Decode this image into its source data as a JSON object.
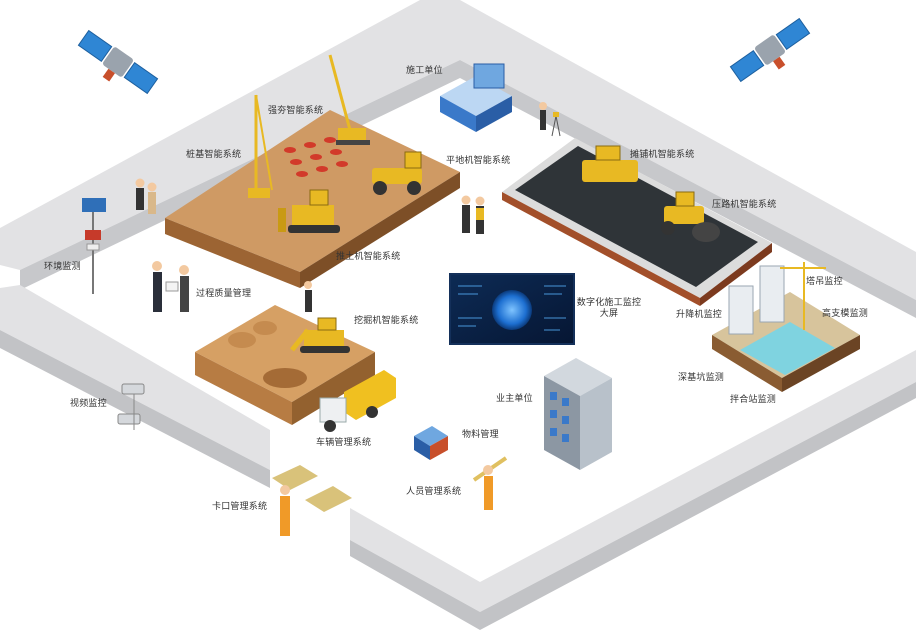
{
  "labels": {
    "construction_unit": "施工单位",
    "tower_crane_ai": "强夯智能系统",
    "pile_ai": "桩基智能系统",
    "leveler_ai": "平地机智能系统",
    "paver_ai": "摊铺机智能系统",
    "roller_ai": "压路机智能系统",
    "env_monitor": "环境监测",
    "bulldozer_ai": "推土机智能系统",
    "process_quality": "过程质量管理",
    "excavator_ai": "挖掘机智能系统",
    "digital_dashboard": "数字化施工监控大屏",
    "tower_monitor": "塔吊监控",
    "hoist_monitor": "升降机监控",
    "high_formwork": "高支模监测",
    "deep_pit": "深基坑监测",
    "mixing_station": "拌合站监测",
    "video_monitor": "视频监控",
    "owner_unit": "业主单位",
    "vehicle_mgmt": "车辆管理系统",
    "material_mgmt": "物料管理",
    "personnel_mgmt": "人员管理系统",
    "gate_mgmt": "卡口管理系统"
  },
  "colors": {
    "wall_top": "#e2e2e4",
    "wall_side": "#b9babd",
    "ground": "#ffffff",
    "dirt": "#c98a52",
    "dirt_dark": "#8f5a2e",
    "asphalt": "#2f3438",
    "machine_yellow": "#e8b923",
    "screen_blue": "#1b63b5",
    "building_blue": "#3a79c9"
  }
}
